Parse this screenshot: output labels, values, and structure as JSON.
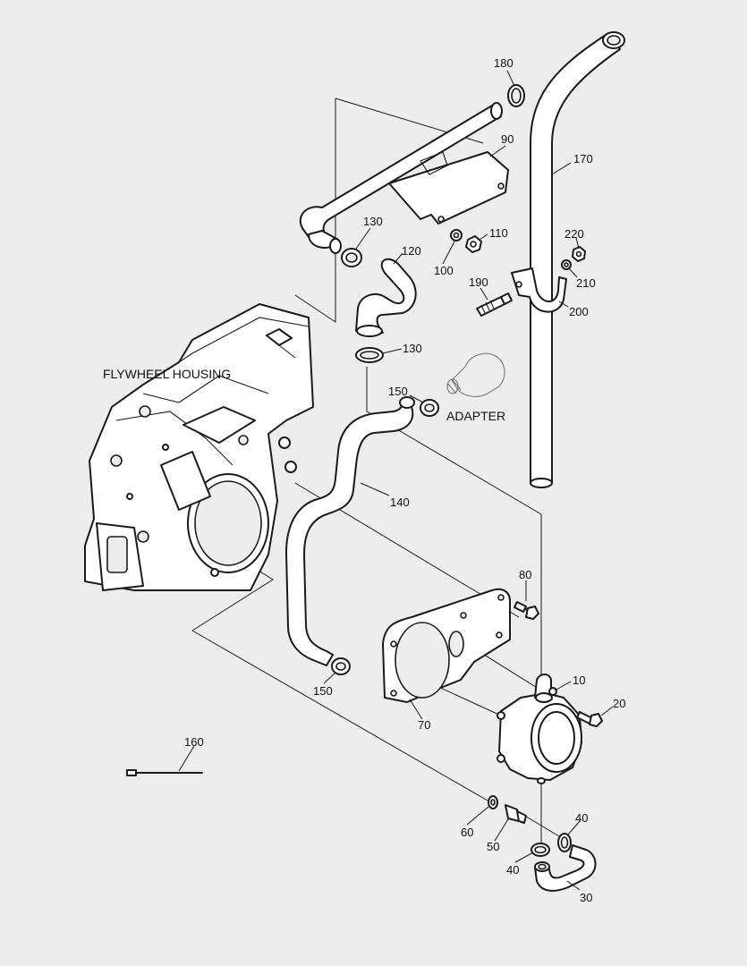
{
  "diagram": {
    "labels": {
      "flywheel_housing": "FLYWHEEL HOUSING",
      "adapter": "ADAPTER"
    },
    "callouts": {
      "c180": "180",
      "c90": "90",
      "c170": "170",
      "c130a": "130",
      "c120": "120",
      "c110": "110",
      "c100": "100",
      "c220": "220",
      "c210": "210",
      "c190": "190",
      "c200": "200",
      "c130b": "130",
      "c150a": "150",
      "c140": "140",
      "c80": "80",
      "c10": "10",
      "c20": "20",
      "c150b": "150",
      "c70": "70",
      "c160": "160",
      "c60": "60",
      "c50": "50",
      "c40a": "40",
      "c40b": "40",
      "c30": "30"
    }
  }
}
